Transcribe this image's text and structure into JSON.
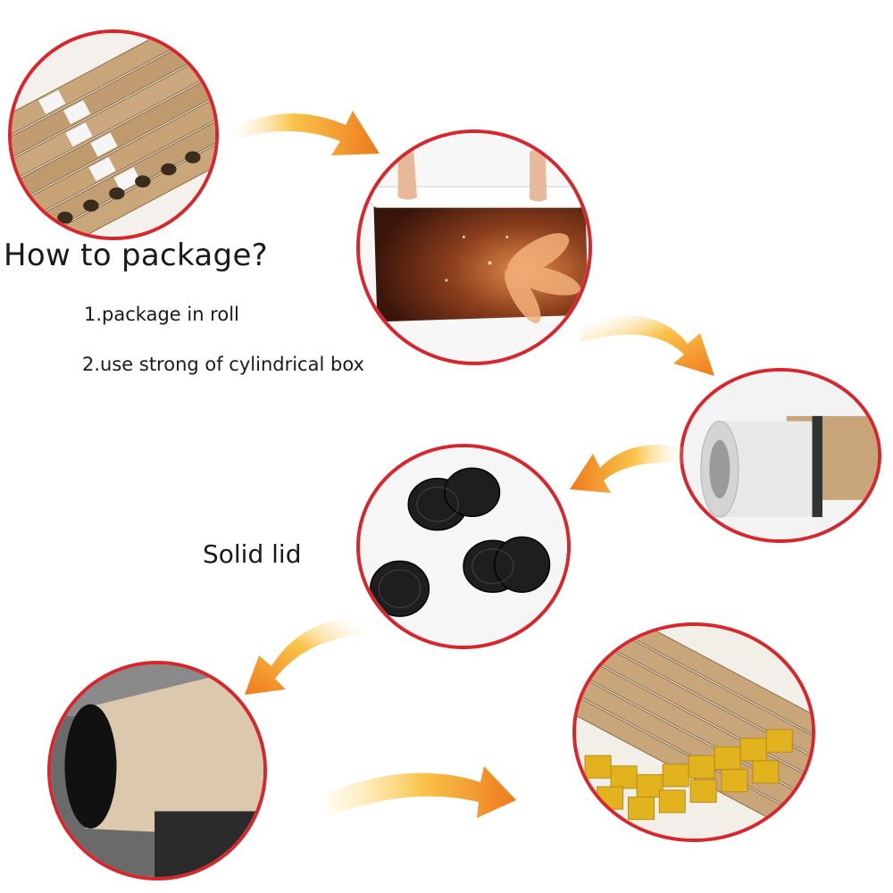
{
  "heading": "How to package?",
  "steps": [
    "1.package in roll",
    "2.use strong of cylindrical box"
  ],
  "lid_label": "Solid lid",
  "colors": {
    "ring": "#d8262c",
    "kraft": "#c8a47a",
    "arrow_gold": "#f9c44a",
    "arrow_orange": "#ee7a1c"
  },
  "icons": [
    "arrow-icon"
  ]
}
